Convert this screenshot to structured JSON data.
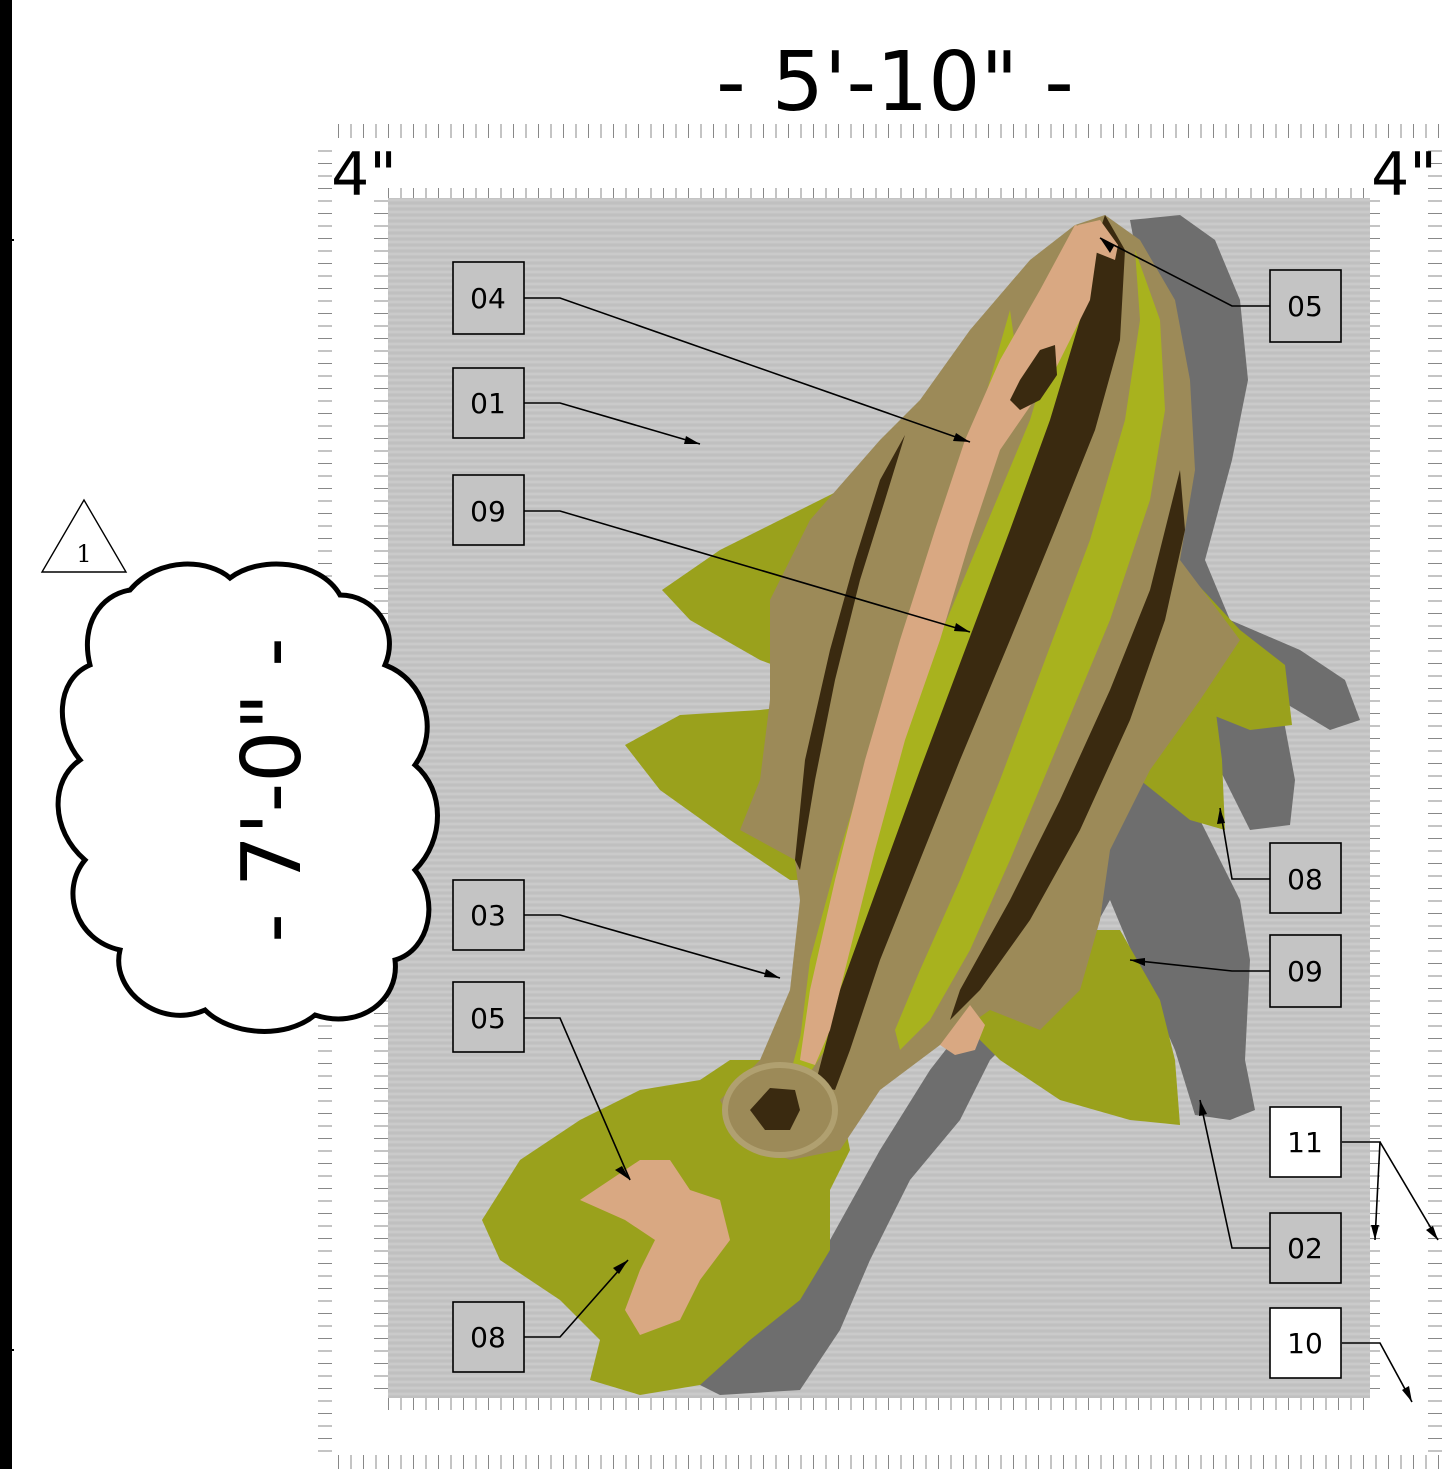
{
  "dimensions": {
    "width": "- 5'-10\" -",
    "height": "- 7'-0\" -",
    "border_left": "4\"",
    "border_right": "4\""
  },
  "revision": {
    "number": "1"
  },
  "tags": {
    "t04": "04",
    "t01": "01",
    "t09a": "09",
    "t03": "03",
    "t05a": "05",
    "t08a": "08",
    "t05b": "05",
    "t08b": "08",
    "t09b": "09",
    "t11": "11",
    "t02": "02",
    "t10": "10"
  },
  "colors": {
    "background_panel": "#c4c4c4",
    "fish_body": "#9c8a58",
    "fin_green": "#9aa11c",
    "stripe_green": "#a8b21e",
    "stripe_dark": "#3a2a10",
    "tan_accent": "#d9a882",
    "shadow": "#6e6e6e"
  }
}
